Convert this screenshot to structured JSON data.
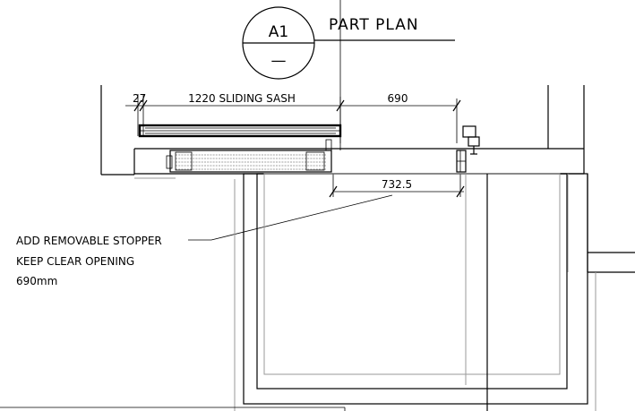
{
  "title": {
    "tag": "A1",
    "sheet": "—",
    "label": "PART PLAN"
  },
  "dimensions": {
    "gap": "27",
    "sash": "1220 SLIDING SASH",
    "opening": "690",
    "lower": "732.5"
  },
  "note": {
    "line1": "ADD REMOVABLE STOPPER",
    "line2": "KEEP CLEAR OPENING",
    "line3": "690mm"
  }
}
